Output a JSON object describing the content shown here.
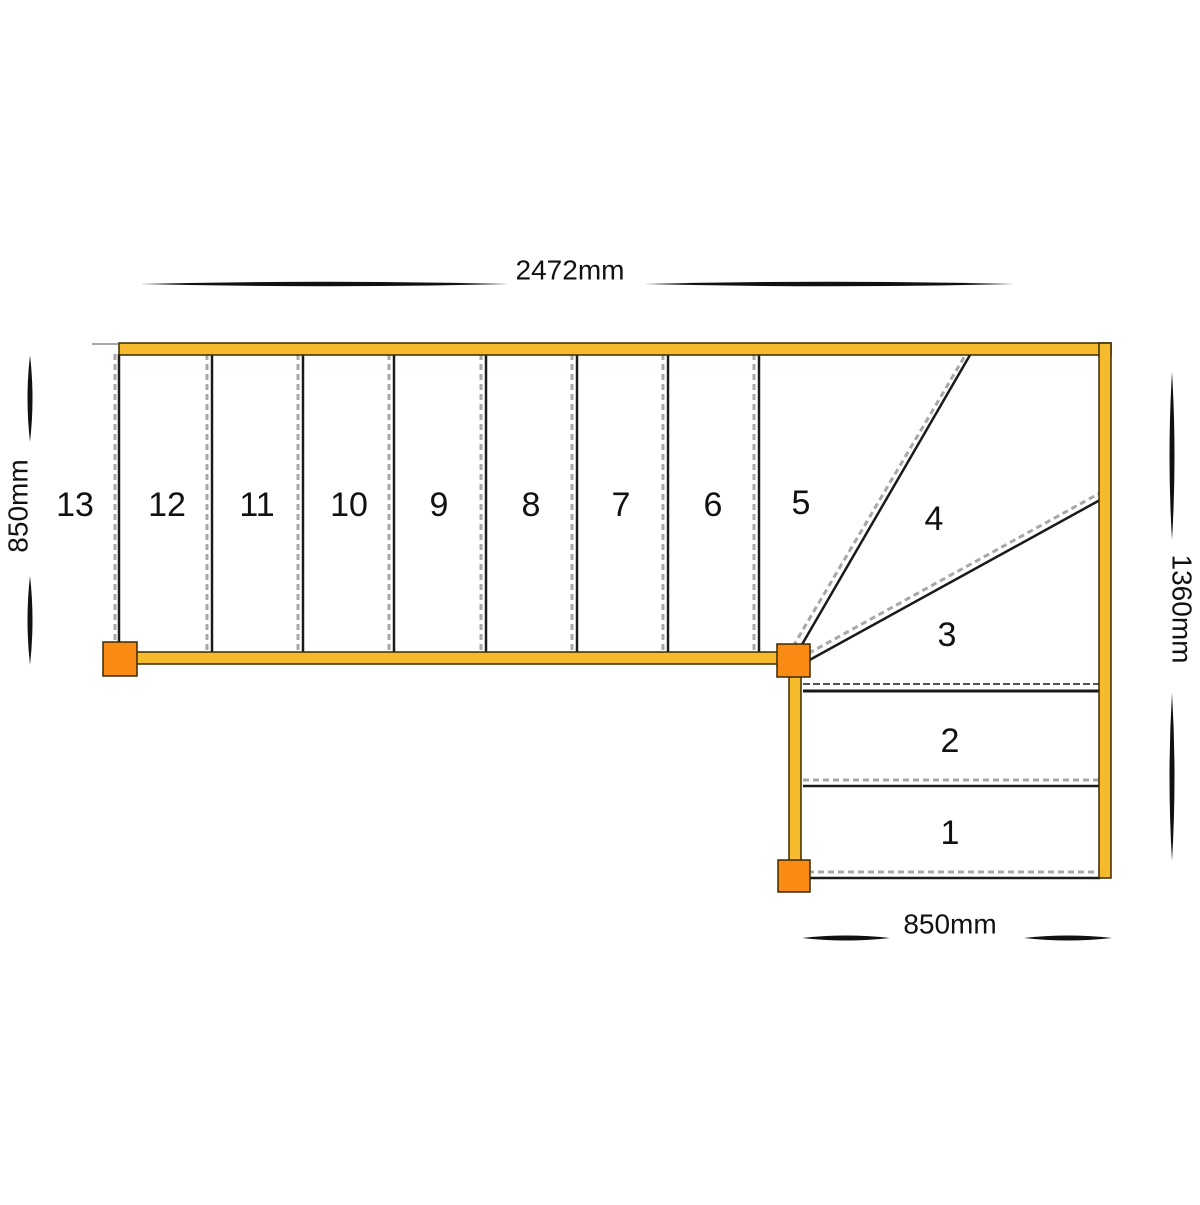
{
  "diagram": {
    "dimensions": {
      "top_width": "2472mm",
      "left_depth": "850mm",
      "right_depth": "1360mm",
      "bottom_width": "850mm"
    },
    "steps": [
      "1",
      "2",
      "3",
      "4",
      "5",
      "6",
      "7",
      "8",
      "9",
      "10",
      "11",
      "12",
      "13"
    ],
    "colors": {
      "stringer": "#f5bb2c",
      "stringer_outline": "#3a2a00",
      "newel_post": "#f98a14",
      "tread_line": "#1a1a1a",
      "nosing_dash": "#a8a8a8",
      "dim_line": "#111111"
    }
  }
}
